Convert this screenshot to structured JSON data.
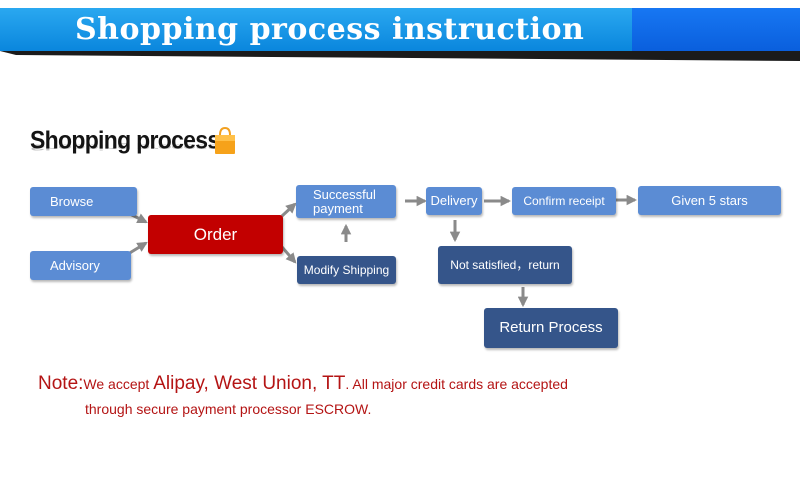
{
  "banner": {
    "title": "Shopping process instruction"
  },
  "section": {
    "heading": "Shopping process",
    "icon": "shopping-bag-icon"
  },
  "steps": {
    "browse": "Browse",
    "advisory": "Advisory",
    "order": "Order",
    "successful_payment": "Successful payment",
    "modify_shipping": "Modify Shipping",
    "delivery": "Delivery",
    "confirm_receipt": "Confirm receipt",
    "given_5_stars": "Given 5 stars",
    "not_satisfied_return": "Not satisfied，return",
    "return_process": "Return Process"
  },
  "note": {
    "label": "Note:",
    "text1": "We accept ",
    "highlight": "Alipay, West Union, TT",
    "text2": ". All major credit cards are accepted",
    "line2": "through secure payment processor ESCROW."
  },
  "colors": {
    "banner": "#0a86dd",
    "box_light": "#5b8cd4",
    "box_dark": "#35558a",
    "order": "#c20000",
    "arrow": "#8a8a8a",
    "note_text": "#b41414"
  }
}
